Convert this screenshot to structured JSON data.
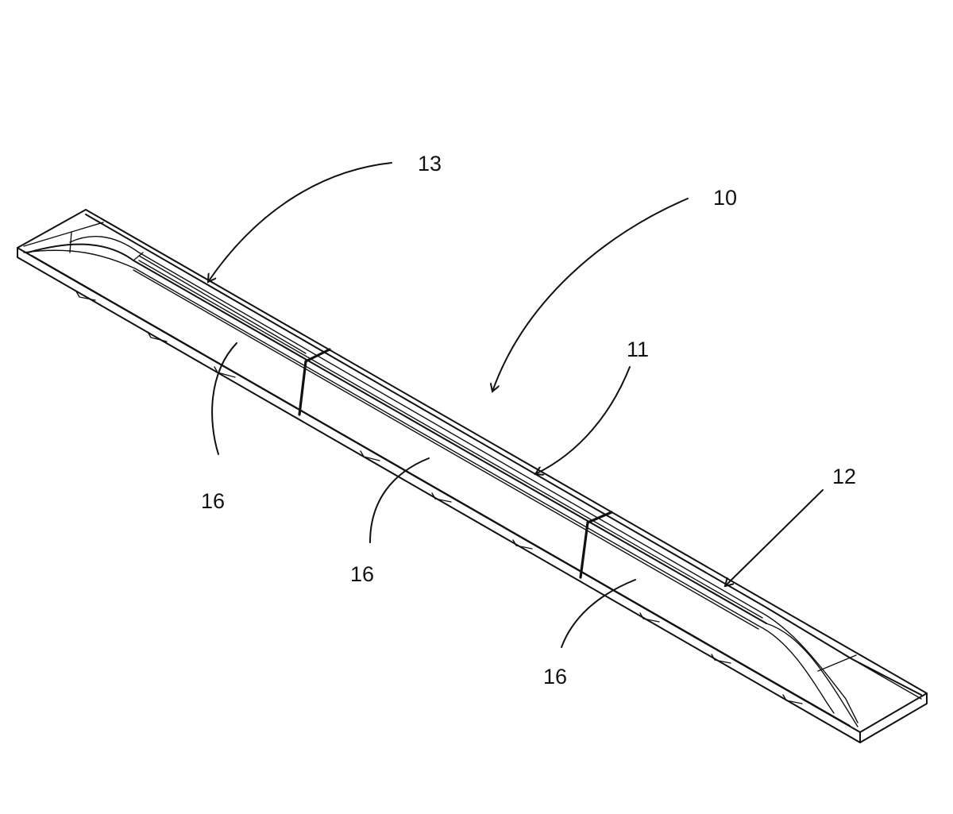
{
  "figure": {
    "reference_labels": [
      {
        "id": "label-13",
        "text": "13"
      },
      {
        "id": "label-10",
        "text": "10"
      },
      {
        "id": "label-11",
        "text": "11"
      },
      {
        "id": "label-12",
        "text": "12"
      },
      {
        "id": "label-16a",
        "text": "16"
      },
      {
        "id": "label-16b",
        "text": "16"
      },
      {
        "id": "label-16c",
        "text": "16"
      }
    ]
  }
}
